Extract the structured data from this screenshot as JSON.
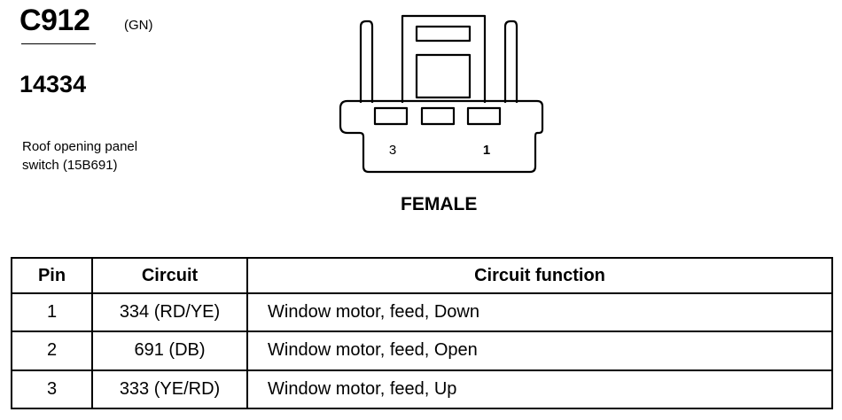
{
  "connector": {
    "id": "C912",
    "color": "(GN)",
    "part_number": "14334",
    "description_lines": [
      "Roof opening panel",
      "switch (15B691)"
    ]
  },
  "diagram": {
    "pin_left_label": "3",
    "pin_right_label": "1",
    "gender": "FEMALE"
  },
  "table": {
    "headers": {
      "pin": "Pin",
      "circuit": "Circuit",
      "function": "Circuit function"
    },
    "rows": [
      {
        "pin": "1",
        "circuit": "334 (RD/YE)",
        "function": "Window motor, feed, Down"
      },
      {
        "pin": "2",
        "circuit": "691 (DB)",
        "function": "Window motor, feed, Open"
      },
      {
        "pin": "3",
        "circuit": "333 (YE/RD)",
        "function": "Window motor, feed, Up"
      }
    ]
  }
}
